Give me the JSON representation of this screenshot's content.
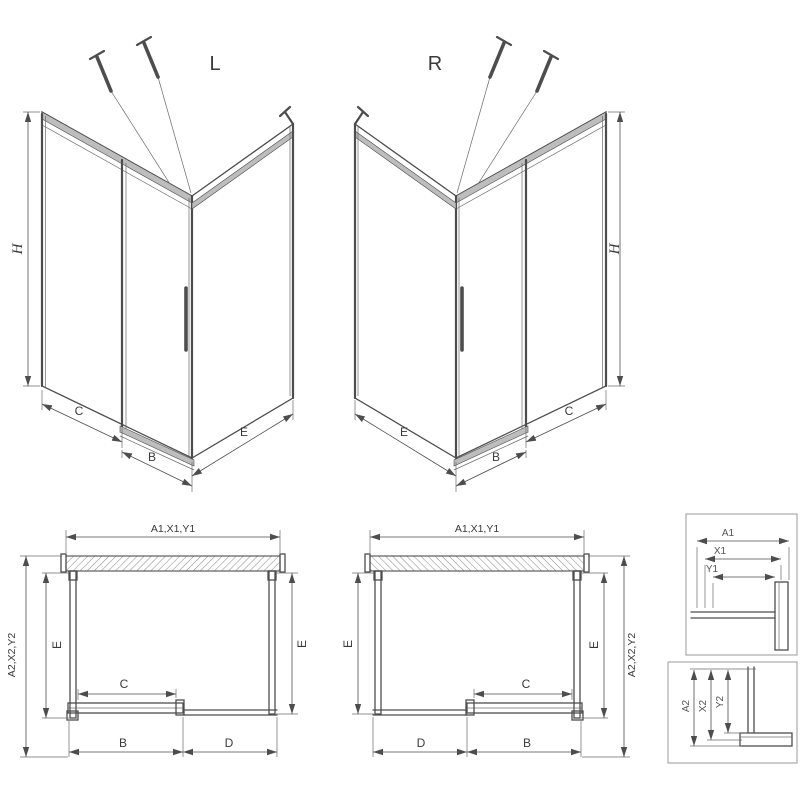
{
  "drawing": {
    "iso_left": {
      "variant": "L",
      "h": "H",
      "c": "C",
      "b": "B",
      "e": "E"
    },
    "iso_right": {
      "variant": "R",
      "h": "H",
      "c": "C",
      "b": "B",
      "e": "E"
    },
    "plan_left": {
      "a1": "A1,X1,Y1",
      "a2": "A2,X2,Y2",
      "e_left": "E",
      "e_right": "E",
      "c": "C",
      "b": "B",
      "d": "D"
    },
    "plan_right": {
      "a1": "A1,X1,Y1",
      "a2": "A2,X2,Y2",
      "e_left": "E",
      "e_right": "E",
      "c": "C",
      "b": "B",
      "d": "D"
    },
    "detail_top": {
      "a1": "A1",
      "x1": "X1",
      "y1": "Y1"
    },
    "detail_bottom": {
      "a2": "A2",
      "x2": "X2",
      "y2": "Y2"
    },
    "colors": {
      "line": "#4d4d4d",
      "background": "#ffffff"
    }
  }
}
